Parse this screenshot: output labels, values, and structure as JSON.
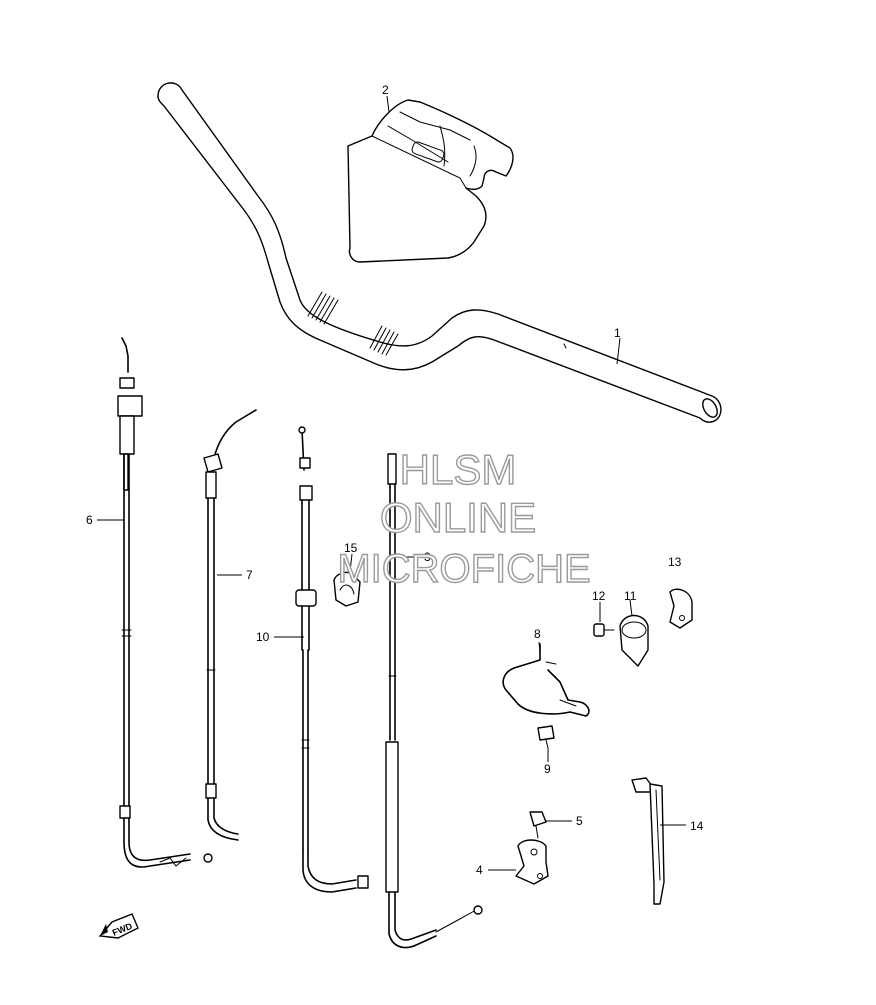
{
  "callouts": {
    "p1": "1",
    "p2": "2",
    "p3": "3",
    "p4": "4",
    "p5": "5",
    "p6": "6",
    "p7": "7",
    "p8": "8",
    "p9": "9",
    "p10": "10",
    "p11": "11",
    "p12": "12",
    "p13": "13",
    "p14": "14",
    "p15": "15"
  },
  "watermark": {
    "line1": "HLSM",
    "line2": "ONLINE",
    "line3": "MICROFICHE"
  },
  "direction_badge": "FWD",
  "colors": {
    "line": "#000000",
    "watermark_outline": "#9a9a9a",
    "background": "#ffffff"
  }
}
